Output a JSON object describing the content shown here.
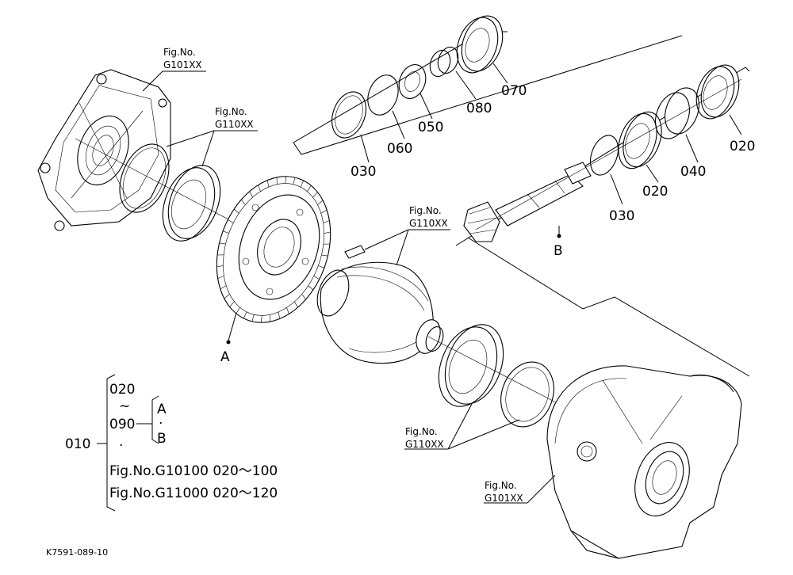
{
  "part_labels": {
    "p_070": "070",
    "p_080": "080",
    "p_050": "050",
    "p_060": "060",
    "p_030_top": "030",
    "p_020_right": "020",
    "p_040": "040",
    "p_020_mid": "020",
    "p_030_mid": "030"
  },
  "callouts": {
    "a": "A",
    "b": "B"
  },
  "fig_refs": [
    {
      "line1": "Fig.No.",
      "line2": "G101XX"
    },
    {
      "line1": "Fig.No.",
      "line2": "G110XX"
    },
    {
      "line1": "Fig.No.",
      "line2": "G110XX"
    },
    {
      "line1": "Fig.No.",
      "line2": "G110XX"
    },
    {
      "line1": "Fig.No.",
      "line2": "G101XX"
    }
  ],
  "legend": {
    "assembly": "010",
    "range_start": "020",
    "tilde": "~",
    "range_end": "090",
    "dot": "·",
    "ref_a": "A",
    "ref_dot": "·",
    "ref_b": "B",
    "line1": "Fig.No.G10100  020～100",
    "line2": "Fig.No.G11000  020～120"
  },
  "drawing_code": "K7591-089-10"
}
